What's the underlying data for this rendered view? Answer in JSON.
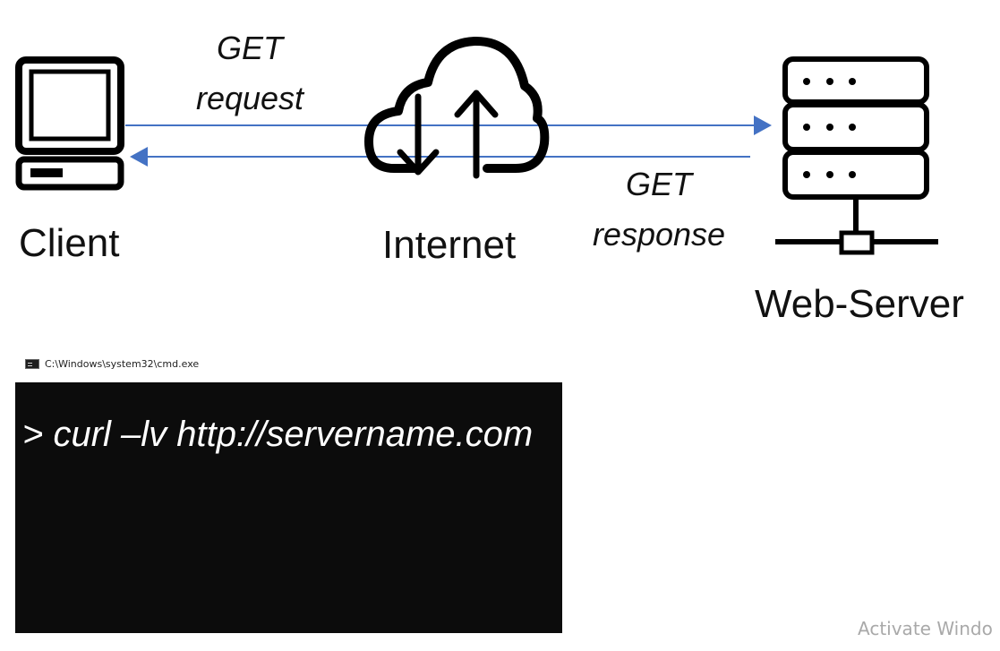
{
  "diagram": {
    "nodes": {
      "client": "Client",
      "internet": "Internet",
      "server": "Web-Server"
    },
    "edges": {
      "request": {
        "line1": "GET",
        "line2": "request"
      },
      "response": {
        "line1": "GET",
        "line2": "response"
      }
    },
    "colors": {
      "arrow": "#4472c4",
      "icon": "#000000"
    }
  },
  "terminal": {
    "window_title": "C:\\Windows\\system32\\cmd.exe",
    "command": "> curl –lv http://servername.com",
    "background": "#0c0c0c",
    "text_color": "#ffffff"
  },
  "watermark": {
    "text": "Activate Windo"
  }
}
